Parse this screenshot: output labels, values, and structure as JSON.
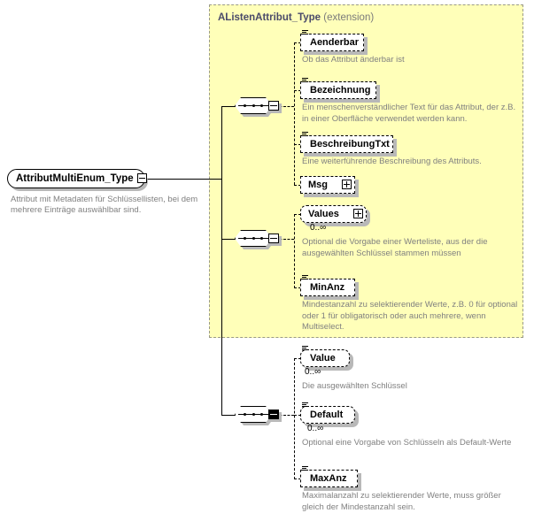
{
  "root": {
    "name": "AttributMultiEnum_Type",
    "toggle": "minus",
    "documentation": "Attribut mit Metadaten für Schlüssellisten, bei dem mehrere Einträge auswählbar sind."
  },
  "extension": {
    "title": "AListenAttribut_Type",
    "kind": "(extension)"
  },
  "groups": [
    {
      "id": "inherited-group-1",
      "compositor": "sequence",
      "toggle": "minus",
      "elements": [
        {
          "name": "Aenderbar",
          "shape": "rectangle",
          "icon": "attribute-lines-icon",
          "cardinality": "",
          "documentation": "Ob das Attribut änderbar ist"
        },
        {
          "name": "Bezeichnung",
          "shape": "rectangle",
          "icon": "attribute-lines-icon",
          "cardinality": "",
          "documentation": "Ein menschenverständlicher Text für das Attribut, der z.B. in einer Oberfläche verwendet werden kann."
        },
        {
          "name": "BeschreibungTxt",
          "shape": "rectangle",
          "icon": "attribute-lines-icon",
          "cardinality": "",
          "documentation": "Eine weiterführende Beschreibung des Attributs."
        },
        {
          "name": "Msg",
          "shape": "rectangle",
          "icon": "expand-plus-icon",
          "cardinality": "",
          "documentation": ""
        }
      ]
    },
    {
      "id": "inherited-group-2",
      "compositor": "sequence",
      "toggle": "minus",
      "elements": [
        {
          "name": "Values",
          "shape": "rounded",
          "icon": "expand-plus-icon",
          "cardinality": "0..∞",
          "documentation": "Optional die Vorgabe einer Werteliste, aus der die ausgewählten Schlüssel stammen müssen"
        },
        {
          "name": "MinAnz",
          "shape": "rectangle",
          "icon": "attribute-lines-icon",
          "cardinality": "",
          "documentation": "Mindestanzahl zu selektierender Werte, z.B. 0 für optional oder 1 für obligatorisch oder auch mehrere, wenn Multiselect."
        }
      ]
    },
    {
      "id": "own-group",
      "compositor": "sequence",
      "toggle": "minus-filled",
      "elements": [
        {
          "name": "Value",
          "shape": "rounded",
          "icon": "attribute-lines-icon",
          "cardinality": "0..∞",
          "documentation": "Die ausgewählten Schlüssel"
        },
        {
          "name": "Default",
          "shape": "rounded",
          "icon": "attribute-lines-icon",
          "cardinality": "0..∞",
          "documentation": "Optional eine Vorgabe von Schlüsseln als Default-Werte"
        },
        {
          "name": "MaxAnz",
          "shape": "rectangle",
          "icon": "attribute-lines-icon",
          "cardinality": "",
          "documentation": "Maximalanzahl zu selektierender Werte, muss größer gleich der Mindestanzahl sein."
        }
      ]
    }
  ],
  "colors": {
    "panel_background": "#ffffb9",
    "panel_border": "#9a9a86",
    "documentation_text": "#808080",
    "extension_title": "#4a4a6a",
    "shadow": "#b8b8b8"
  }
}
